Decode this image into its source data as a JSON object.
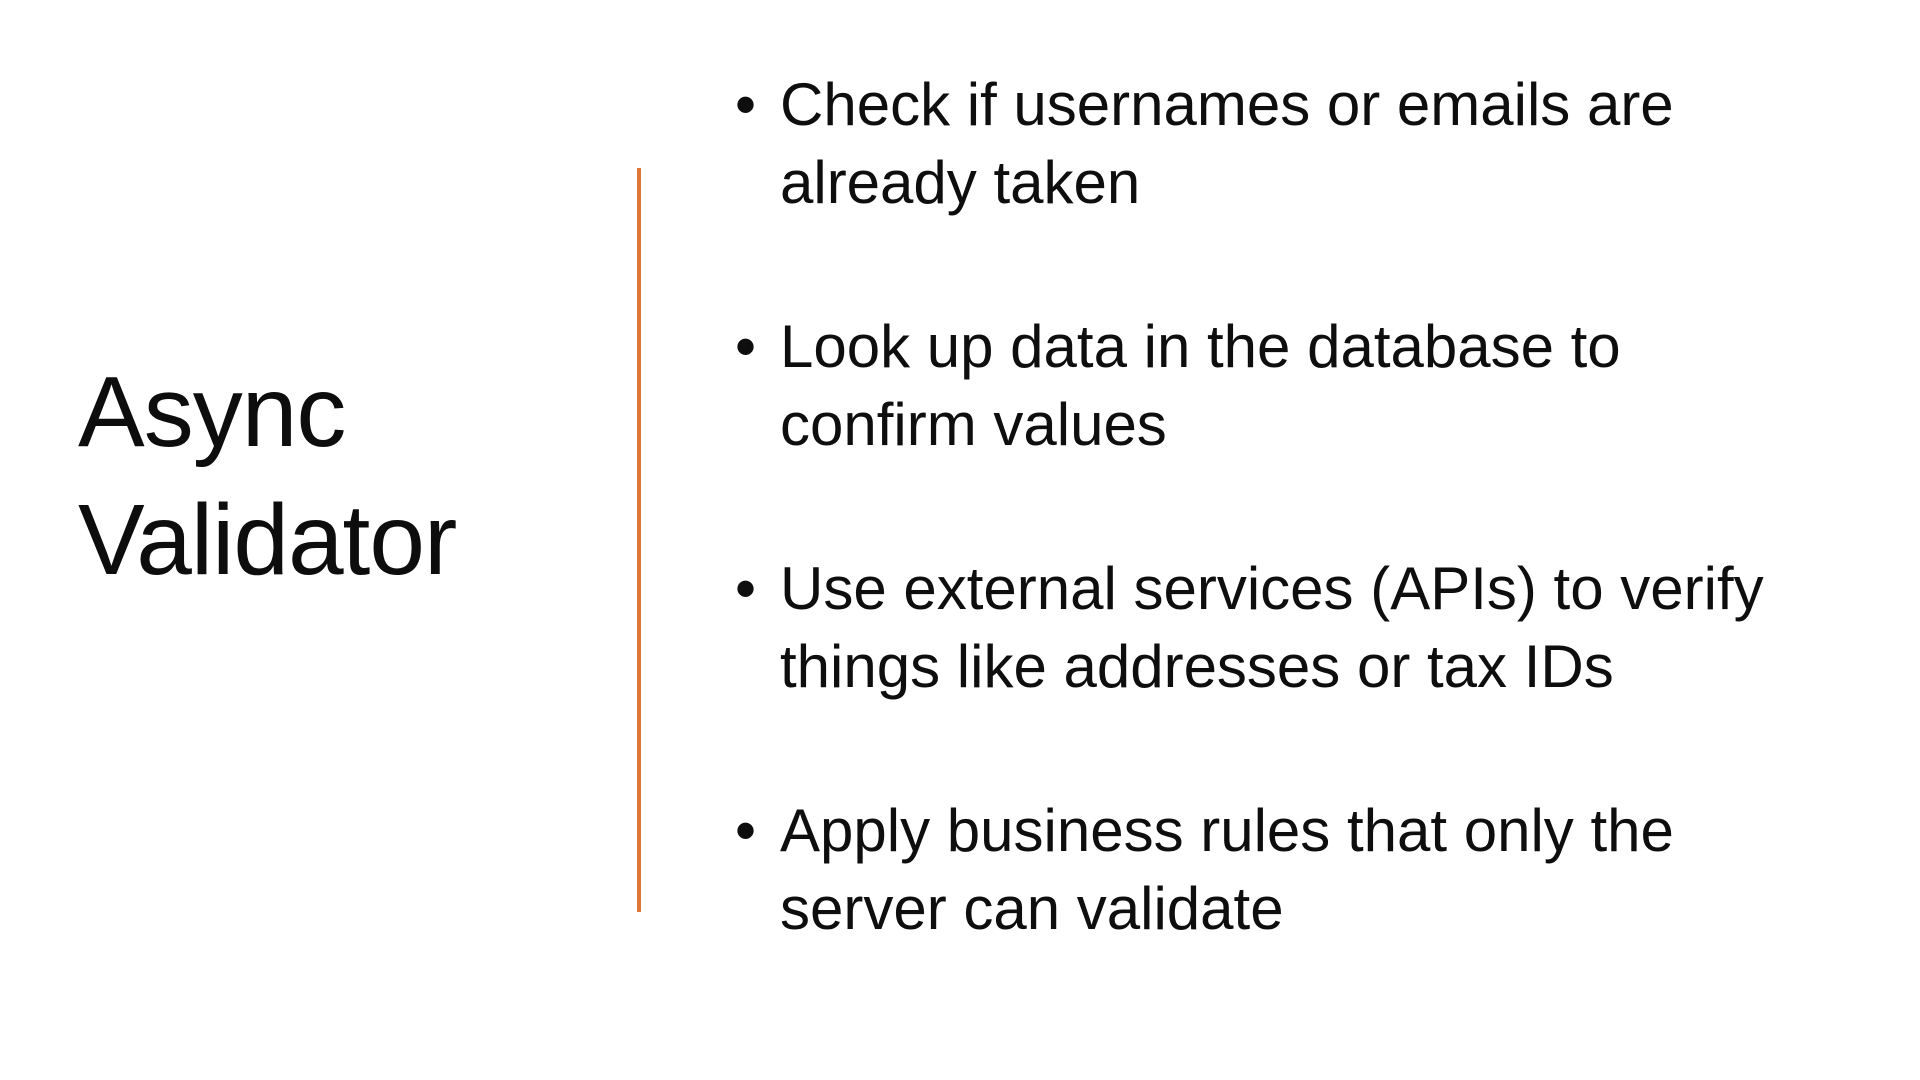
{
  "slide": {
    "title": "Async Validator",
    "accent_color": "#df7638",
    "text_color": "#0e0e0e",
    "bullet_char": "•",
    "bullets": [
      "Check if usernames or emails are already taken",
      "Look up data in the database to confirm values",
      "Use external services (APIs) to verify things like addresses or tax IDs",
      "Apply business rules that only the server can validate"
    ]
  }
}
